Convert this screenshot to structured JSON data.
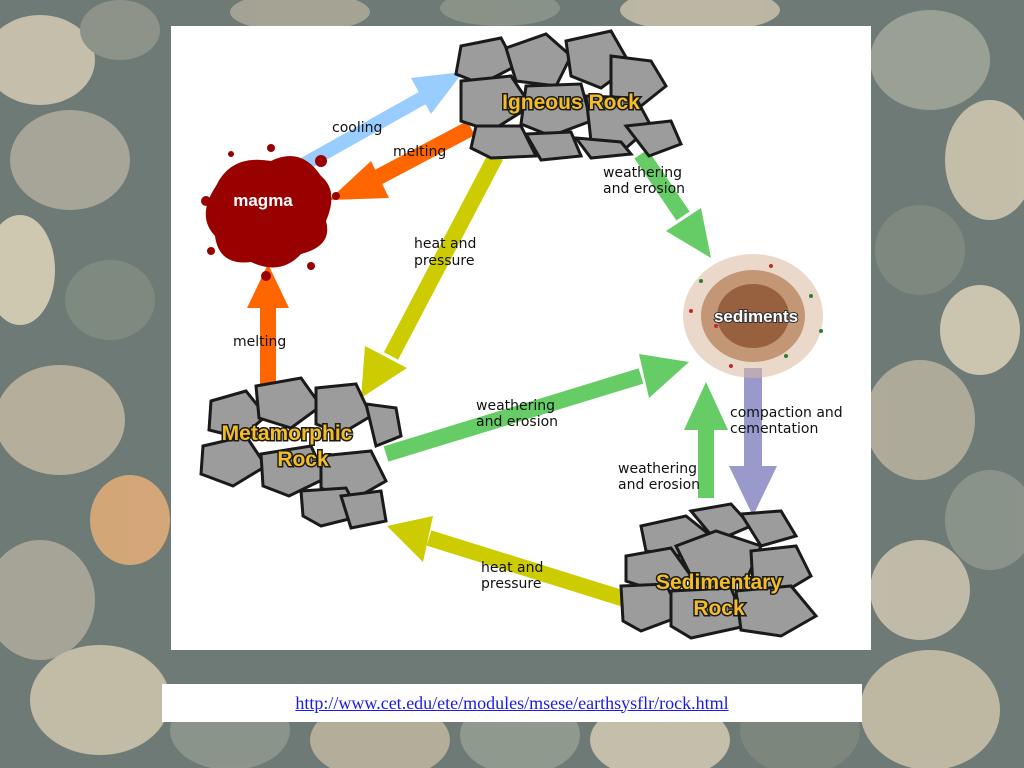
{
  "diagram": {
    "nodes": {
      "igneous": "Igneous Rock",
      "magma": "magma",
      "sediments": "sediments",
      "metamorphic_line1": "Metamorphic",
      "metamorphic_line2": "Rock",
      "sedimentary_line1": "Sedimentary",
      "sedimentary_line2": "Rock"
    },
    "edges": {
      "cooling": "cooling",
      "melting_igneous": "melting",
      "melting_metamorphic": "melting",
      "weathering_igneous_1": "weathering",
      "weathering_igneous_2": "and erosion",
      "heat_igneous_1": "heat and",
      "heat_igneous_2": "pressure",
      "weathering_meta_1": "weathering",
      "weathering_meta_2": "and erosion",
      "compaction_1": "compaction and",
      "compaction_2": "cementation",
      "weathering_sed_1": "weathering",
      "weathering_sed_2": "and erosion",
      "heat_sed_1": "heat and",
      "heat_sed_2": "pressure"
    },
    "colors": {
      "cooling": "#99ccff",
      "melting": "#ff6600",
      "weathering": "#66cc66",
      "heat_pressure": "#cccc00",
      "compaction": "#9999cc",
      "magma": "#990000",
      "rock_fill": "#999999"
    }
  },
  "source": {
    "url": "http://www.cet.edu/ete/modules/msese/earthsysflr/rock.html"
  }
}
